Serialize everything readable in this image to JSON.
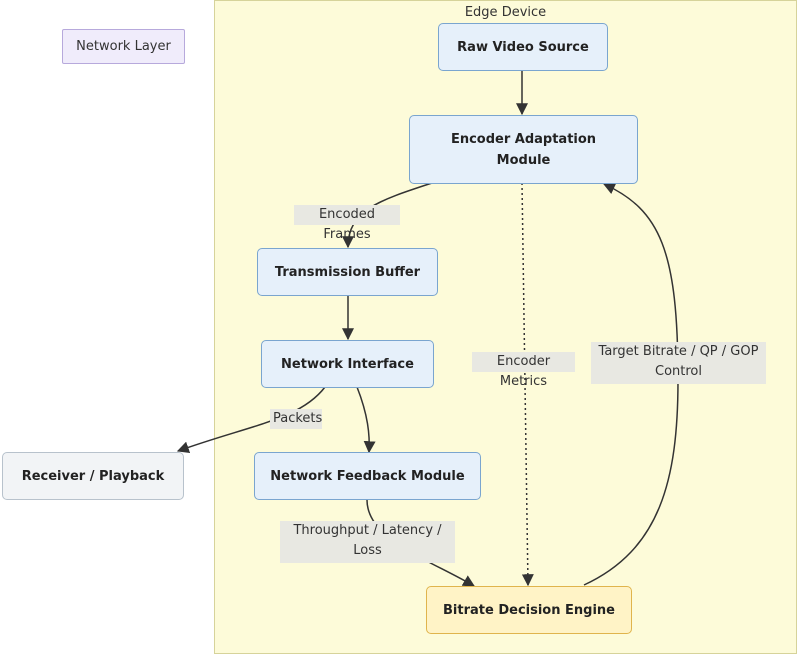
{
  "legend": {
    "label": "Network Layer"
  },
  "cluster": {
    "title": "Edge Device"
  },
  "nodes": {
    "raw_video_source": "Raw Video Source",
    "encoder_adaptation": "Encoder Adaptation Module",
    "transmission_buffer": "Transmission Buffer",
    "network_interface": "Network Interface",
    "network_feedback": "Network Feedback Module",
    "receiver_playback": "Receiver / Playback",
    "bitrate_decision": "Bitrate Decision Engine"
  },
  "edges": {
    "encoded_frames": "Encoded Frames",
    "packets": "Packets",
    "encoder_metrics": "Encoder Metrics",
    "target_bitrate": "Target Bitrate / QP / GOP Control",
    "throughput": "Throughput / Latency / Loss"
  },
  "colors": {
    "cluster_fill": "#fdfbd9",
    "node_fill": "#e6f0fa",
    "decision_fill": "#fff3c6",
    "receiver_fill": "#f2f4f6",
    "legend_fill": "#f0ecfb",
    "edge_stroke": "#333333"
  }
}
